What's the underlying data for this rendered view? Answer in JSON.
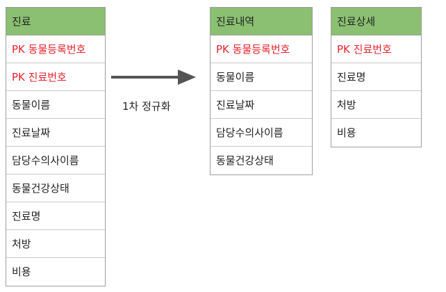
{
  "tables": [
    {
      "title": "진료",
      "rows": [
        {
          "label": "PK 동물등록번호",
          "pk": true
        },
        {
          "label": "PK 진료번호",
          "pk": true
        },
        {
          "label": "동물이름",
          "pk": false
        },
        {
          "label": "진료날짜",
          "pk": false
        },
        {
          "label": "담당수의사이름",
          "pk": false
        },
        {
          "label": "동물건강상태",
          "pk": false
        },
        {
          "label": "진료명",
          "pk": false
        },
        {
          "label": "처방",
          "pk": false
        },
        {
          "label": "비용",
          "pk": false
        }
      ]
    },
    {
      "title": "진료내역",
      "rows": [
        {
          "label": "PK 동물등록번호",
          "pk": true
        },
        {
          "label": "동물이름",
          "pk": false
        },
        {
          "label": "진료날짜",
          "pk": false
        },
        {
          "label": "담당수의사이름",
          "pk": false
        },
        {
          "label": "동물건강상태",
          "pk": false
        }
      ]
    },
    {
      "title": "진료상세",
      "rows": [
        {
          "label": "PK 진료번호",
          "pk": true
        },
        {
          "label": "진료명",
          "pk": false
        },
        {
          "label": "처방",
          "pk": false
        },
        {
          "label": "비용",
          "pk": false
        }
      ]
    }
  ],
  "arrow": {
    "label": "1차 정규화"
  },
  "colors": {
    "header_bg": "#8bbf72",
    "pk_text": "#e8202a",
    "arrow": "#555555"
  }
}
